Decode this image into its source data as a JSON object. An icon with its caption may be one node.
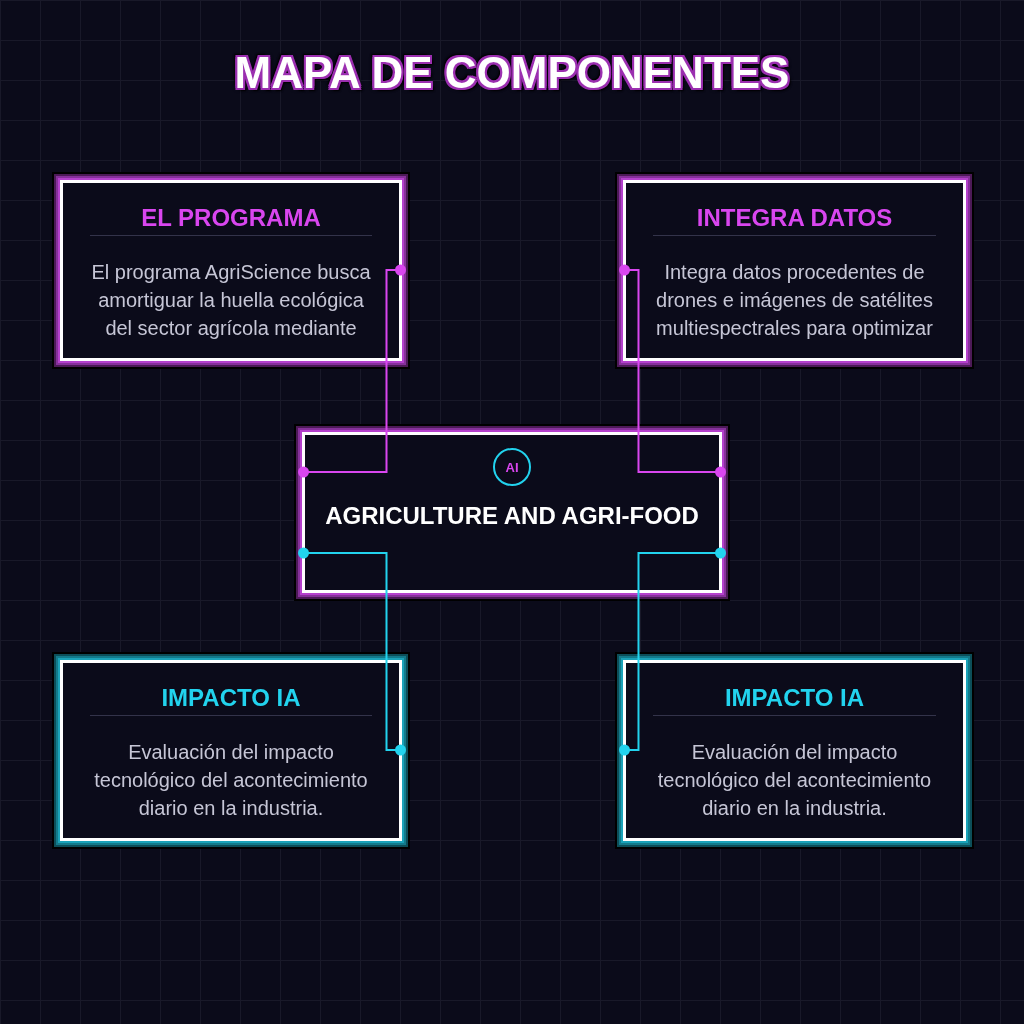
{
  "diagram": {
    "title": "MAPA DE COMPONENTES",
    "nodes": [
      {
        "text": [
          "EL PROGRAMA",
          "El programa AgriScience busca amortiguar la huella ecológica del sector agrícola mediante"
        ]
      },
      {
        "text": [
          "INTEGRA DATOS",
          "Integra datos procedentes de drones e imágenes de satélites multiespectrales para optimizar"
        ]
      },
      {
        "text": [
          "AGRICULTURE AND AGRI-FOOD"
        ]
      },
      {
        "text": [
          "AI"
        ],
        "in": 2
      },
      {
        "text": [
          "IMPACTO IA",
          "Evaluación del impacto tecnológico del acontecimiento diario en la industria."
        ]
      },
      {
        "text": [
          "IMPACTO IA",
          "Evaluación del impacto tecnológico del acontecimiento diario en la industria."
        ]
      }
    ],
    "edges": [
      {
        "from": 0,
        "to": 2,
        "arrow": "other",
        "color": "#d946ef"
      },
      {
        "from": 1,
        "to": 2,
        "arrow": "other",
        "color": "#d946ef"
      },
      {
        "from": 2,
        "to": 4,
        "arrow": "other",
        "color": "#22d3ee"
      },
      {
        "from": 2,
        "to": 5,
        "arrow": "other",
        "color": "#22d3ee"
      }
    ]
  }
}
